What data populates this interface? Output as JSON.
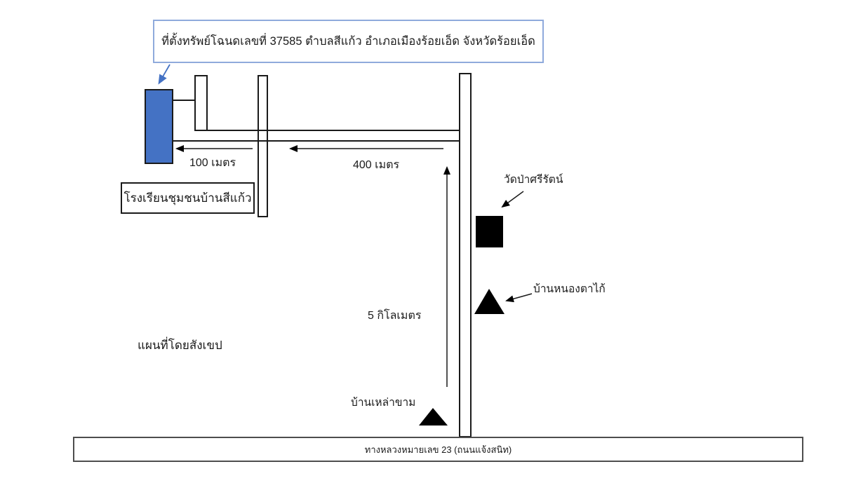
{
  "colors": {
    "property_fill": "#4472C4",
    "callout_border": "#8FAADC",
    "callout_arrow": "#4472C4",
    "road_stroke": "#1A1A1A",
    "highway_border": "#4D4D4D",
    "marker_fill": "#000000",
    "background": "#FFFFFF"
  },
  "map": {
    "title_callout": "ที่ตั้งทรัพย์โฉนดเลขที่ 37585 ตำบลสีแก้ว อำเภอเมืองร้อยเอ็ด จังหวัดร้อยเอ็ด",
    "school_box": "โรงเรียนชุมชนบ้านสีแก้ว",
    "note": "แผนที่โดยสังเขป",
    "distance_100m": "100 เมตร",
    "distance_400m": "400 เมตร",
    "distance_5km": "5 กิโลเมตร",
    "temple": "วัดป่าศรีรัตน์",
    "village_nong_ta_kai": "บ้านหนองตาไก้",
    "village_lao_kham": "บ้านเหล่าขาม",
    "highway_label": "ทางหลวงหมายเลข 23 (ถนนแจ้งสนิท)"
  }
}
